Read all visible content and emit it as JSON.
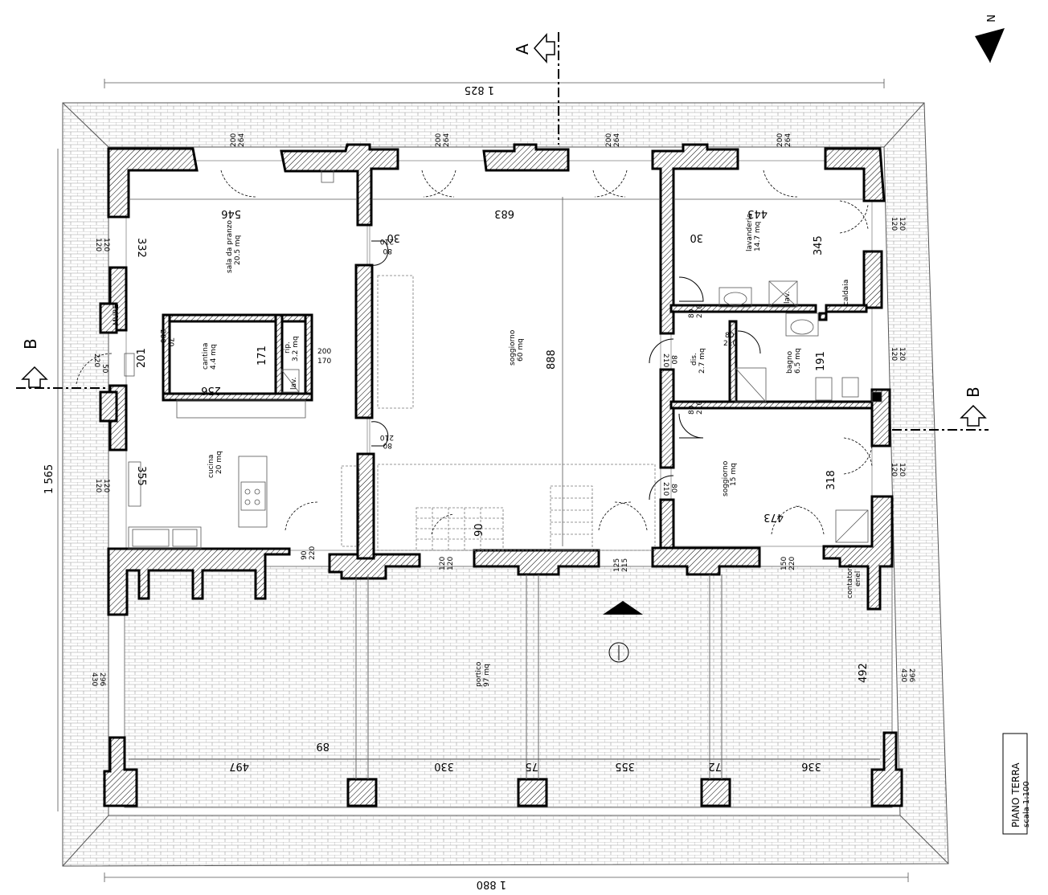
{
  "drawing": {
    "title": "PIANO TERRA",
    "scale": "scala 1:100",
    "north": "N"
  },
  "sections": {
    "a": "A",
    "b_left": "B",
    "b_right": "B"
  },
  "rooms": [
    {
      "name": "sala da pranzo",
      "area": "20.5 mq"
    },
    {
      "name": "cantina",
      "area": "4.4 mq"
    },
    {
      "name": "rip.",
      "area": "3.2 mq"
    },
    {
      "name": "cucina",
      "area": "20 mq"
    },
    {
      "name": "soggiorno",
      "area": "60 mq"
    },
    {
      "name": "lavanderia",
      "area": "14.7 mq"
    },
    {
      "name": "dis.",
      "area": "2.7 mq"
    },
    {
      "name": "bagno",
      "area": "6.5 mq"
    },
    {
      "name": "soggiorno",
      "area": "15 mq"
    },
    {
      "name": "portico",
      "area": "97 mq"
    }
  ],
  "labels": {
    "murete": "MURE",
    "caldaia": "caldaia",
    "contatore": "contatore",
    "enel": "enel",
    "lav1": "lav.",
    "lav2": "lav."
  },
  "dimensions": {
    "top_total": "1 825",
    "bottom_total": "1 880",
    "left_total": "1 565",
    "d546": "546",
    "d683": "683",
    "d443": "443",
    "d30a": "30",
    "d30b": "30",
    "d332": "332",
    "d345": "345",
    "d201": "201",
    "d171": "171",
    "d256": "256",
    "d888": "888",
    "d191": "191",
    "d355a": "355",
    "d318": "318",
    "d473": "473",
    "d90": "90",
    "d492": "492",
    "d89": "89",
    "d497": "497",
    "d330": "330",
    "d75": "75",
    "d355b": "355",
    "d72": "72",
    "d336": "336",
    "w200a": "200",
    "w264a": "264",
    "w200b": "200",
    "w264b": "264",
    "w200c": "200",
    "w264c": "264",
    "w200d": "200",
    "w264d": "264",
    "w120l1": "120",
    "w120l1b": "120",
    "w220l": "220",
    "w50l": "50",
    "w120l2": "120",
    "w120l2b": "120",
    "w120r1": "120",
    "w120r1b": "120",
    "w120r2": "120",
    "w120r2b": "120",
    "w120r3": "120",
    "w120r3b": "120",
    "w430l": "430",
    "w296l": "296",
    "w430r": "430",
    "w296r": "296",
    "d80_210a": "80",
    "d210a": "210",
    "d80_210b": "80",
    "d210b": "210",
    "d80_210c": "80",
    "d210c": "210",
    "d80_210d": "80",
    "d210d": "210",
    "d80_210e": "80",
    "d210e": "210",
    "d80_210f": "80",
    "d210f": "210",
    "d80_210g": "80",
    "d210g": "210",
    "d70": "70",
    "d200n": "200",
    "d200r": "200",
    "d170r": "170",
    "b90": "90",
    "b220": "220",
    "b120a": "120",
    "b120b": "120",
    "b125": "125",
    "b215": "215",
    "b150": "150",
    "b220b": "220"
  }
}
